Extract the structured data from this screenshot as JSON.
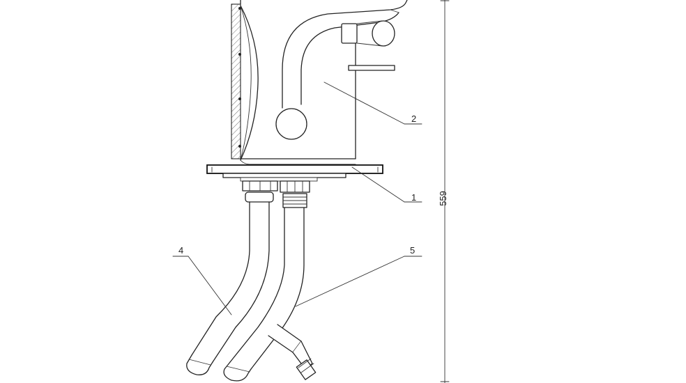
{
  "callouts": [
    {
      "id": "1",
      "label": "1"
    },
    {
      "id": "2",
      "label": "2"
    },
    {
      "id": "4",
      "label": "4"
    },
    {
      "id": "5",
      "label": "5"
    }
  ],
  "dimension": {
    "value": "559"
  },
  "colors": {
    "line": "#222222",
    "background": "#ffffff"
  }
}
